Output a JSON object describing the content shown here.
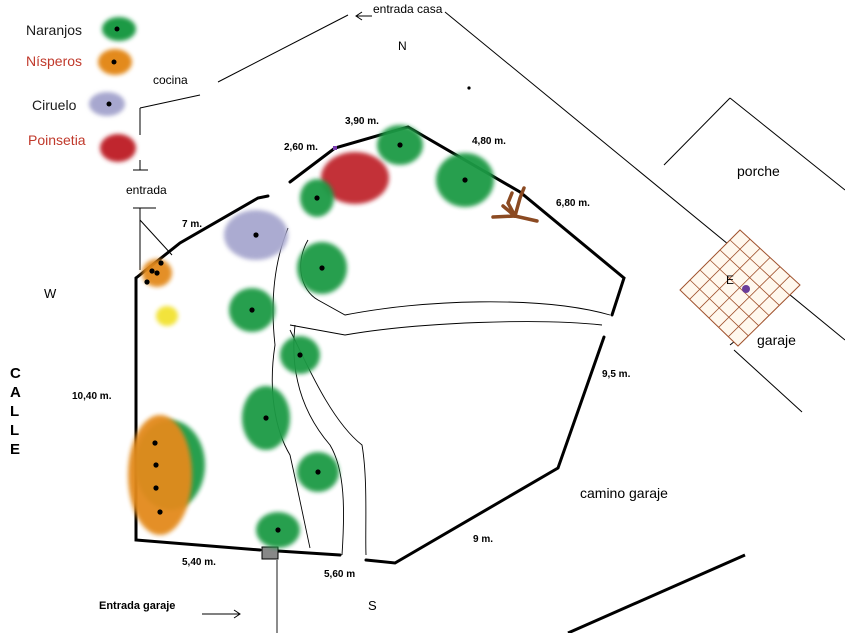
{
  "legend": {
    "items": [
      {
        "label": "Naranjos",
        "color": "#1e9a44",
        "text_color": "#1a1a1a"
      },
      {
        "label": "Nísperos",
        "color": "#e38a1d",
        "text_color": "#c0392b"
      },
      {
        "label": "Ciruelo",
        "color": "#a7a7cf",
        "text_color": "#1a1a1a"
      },
      {
        "label": "Poinsetia",
        "color": "#c0272d",
        "text_color": "#c0392b"
      }
    ]
  },
  "labels": {
    "entrada_casa": "entrada casa",
    "north": "N",
    "cocina": "cocina",
    "entrada": "entrada",
    "west": "W",
    "south": "S",
    "porche": "porche",
    "garaje": "garaje",
    "camino_garaje": "camino garaje",
    "entrada_garaje": "Entrada garaje",
    "e_marker": "E",
    "calle": [
      "C",
      "A",
      "L",
      "L",
      "E"
    ]
  },
  "measurements": {
    "m_7": "7 m.",
    "m_2_60": "2,60 m.",
    "m_3_90": "3,90 m.",
    "m_4_80": "4,80 m.",
    "m_6_80": "6,80 m.",
    "m_9_5": "9,5 m.",
    "m_9": "9 m.",
    "m_5_60": "5,60 m",
    "m_5_40": "5,40 m.",
    "m_10_40": "10,40 m."
  },
  "colors": {
    "naranjo": "#1e9a44",
    "nispero": "#e38a1d",
    "ciruelo": "#a7a7cf",
    "poinsetia": "#c0272d",
    "lemon": "#f2e230",
    "stump": "#8b4a22",
    "grid": "#a0522d"
  }
}
